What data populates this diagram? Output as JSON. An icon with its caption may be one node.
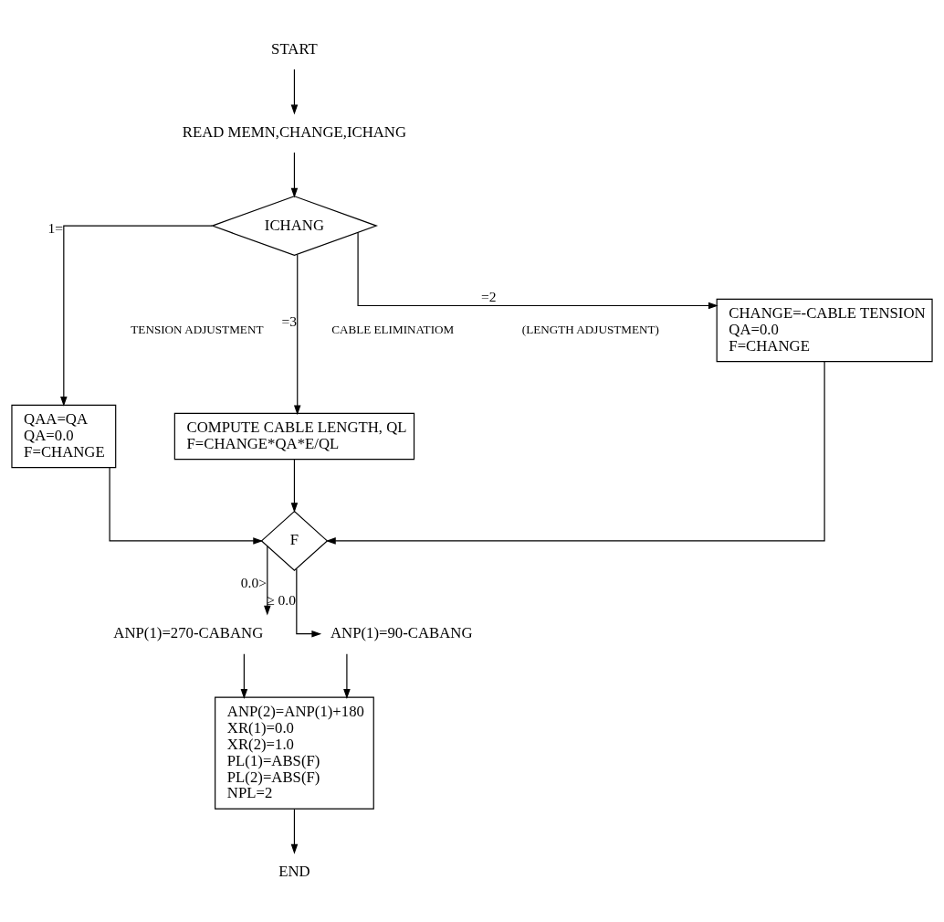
{
  "diagram": {
    "nodes": [
      {
        "text": [
          "START"
        ]
      },
      {
        "text": [
          "READ MEMN,CHANGE,ICHANG"
        ]
      },
      {
        "text": [
          "ICHANG"
        ]
      },
      {
        "text": [
          "QAA=QA",
          "QA=0.0",
          "F=CHANGE"
        ]
      },
      {
        "text": [
          "COMPUTE CABLE LENGTH, QL",
          "F=CHANGE*QA*E/QL"
        ]
      },
      {
        "text": [
          "CHANGE=-CABLE TENSION",
          "QA=0.0",
          "F=CHANGE"
        ]
      },
      {
        "text": [
          "F"
        ]
      },
      {
        "text": [
          "ANP(1)=270-CABANG"
        ]
      },
      {
        "text": [
          "ANP(1)=90-CABANG"
        ]
      },
      {
        "text": [
          "ANP(2)=ANP(1)+180",
          "XR(1)=0.0",
          "XR(2)=1.0",
          "PL(1)=ABS(F)",
          "PL(2)=ABS(F)",
          "NPL=2"
        ]
      },
      {
        "text": [
          "END"
        ]
      }
    ],
    "edges": [
      {
        "from": 0,
        "to": 1,
        "arrow": "to"
      },
      {
        "from": 1,
        "to": 2,
        "arrow": "to"
      },
      {
        "from": 2,
        "to": 3,
        "arrow": "to",
        "label": "1="
      },
      {
        "from": 2,
        "to": 4,
        "arrow": "to",
        "label": "=3"
      },
      {
        "from": 2,
        "to": 5,
        "arrow": "to",
        "label": "=2"
      },
      {
        "from": 3,
        "to": 6,
        "arrow": "to"
      },
      {
        "from": 4,
        "to": 6,
        "arrow": "to"
      },
      {
        "from": 5,
        "to": 6,
        "arrow": "to"
      },
      {
        "from": 6,
        "to": 7,
        "arrow": "to",
        "label": "0.0>"
      },
      {
        "from": 6,
        "to": 8,
        "arrow": "to",
        "label": "≥ 0.0"
      },
      {
        "from": 7,
        "to": 9,
        "arrow": "to"
      },
      {
        "from": 8,
        "to": 9,
        "arrow": "to"
      },
      {
        "from": 9,
        "to": 10,
        "arrow": "to"
      }
    ],
    "labels": [
      "TENSION ADJUSTMENT",
      "CABLE ELIMINATIOM",
      "(LENGTH ADJUSTMENT)"
    ]
  }
}
